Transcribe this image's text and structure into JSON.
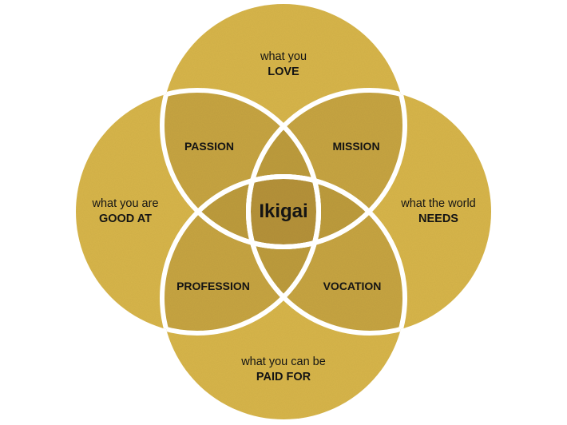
{
  "diagram": {
    "title": "Ikigai",
    "colors": {
      "outer": "#D8B64C",
      "lens": "#C7A543",
      "triple": "#BE9C3E",
      "center": "#B6933A",
      "stroke": "#FFFFFF",
      "text": "#141414"
    },
    "circles": [
      {
        "id": "love",
        "sub": "what you",
        "main": "LOVE"
      },
      {
        "id": "good-at",
        "sub": "what you are",
        "main": "GOOD AT"
      },
      {
        "id": "needs",
        "sub": "what the world",
        "main": "NEEDS"
      },
      {
        "id": "paid-for",
        "sub": "what you can be",
        "main": "PAID FOR"
      }
    ],
    "overlaps": [
      {
        "id": "passion",
        "label": "PASSION",
        "between": [
          "love",
          "good-at"
        ]
      },
      {
        "id": "mission",
        "label": "MISSION",
        "between": [
          "love",
          "needs"
        ]
      },
      {
        "id": "profession",
        "label": "PROFESSION",
        "between": [
          "good-at",
          "paid-for"
        ]
      },
      {
        "id": "vocation",
        "label": "VOCATION",
        "between": [
          "needs",
          "paid-for"
        ]
      }
    ],
    "center_label": "Ikigai"
  }
}
